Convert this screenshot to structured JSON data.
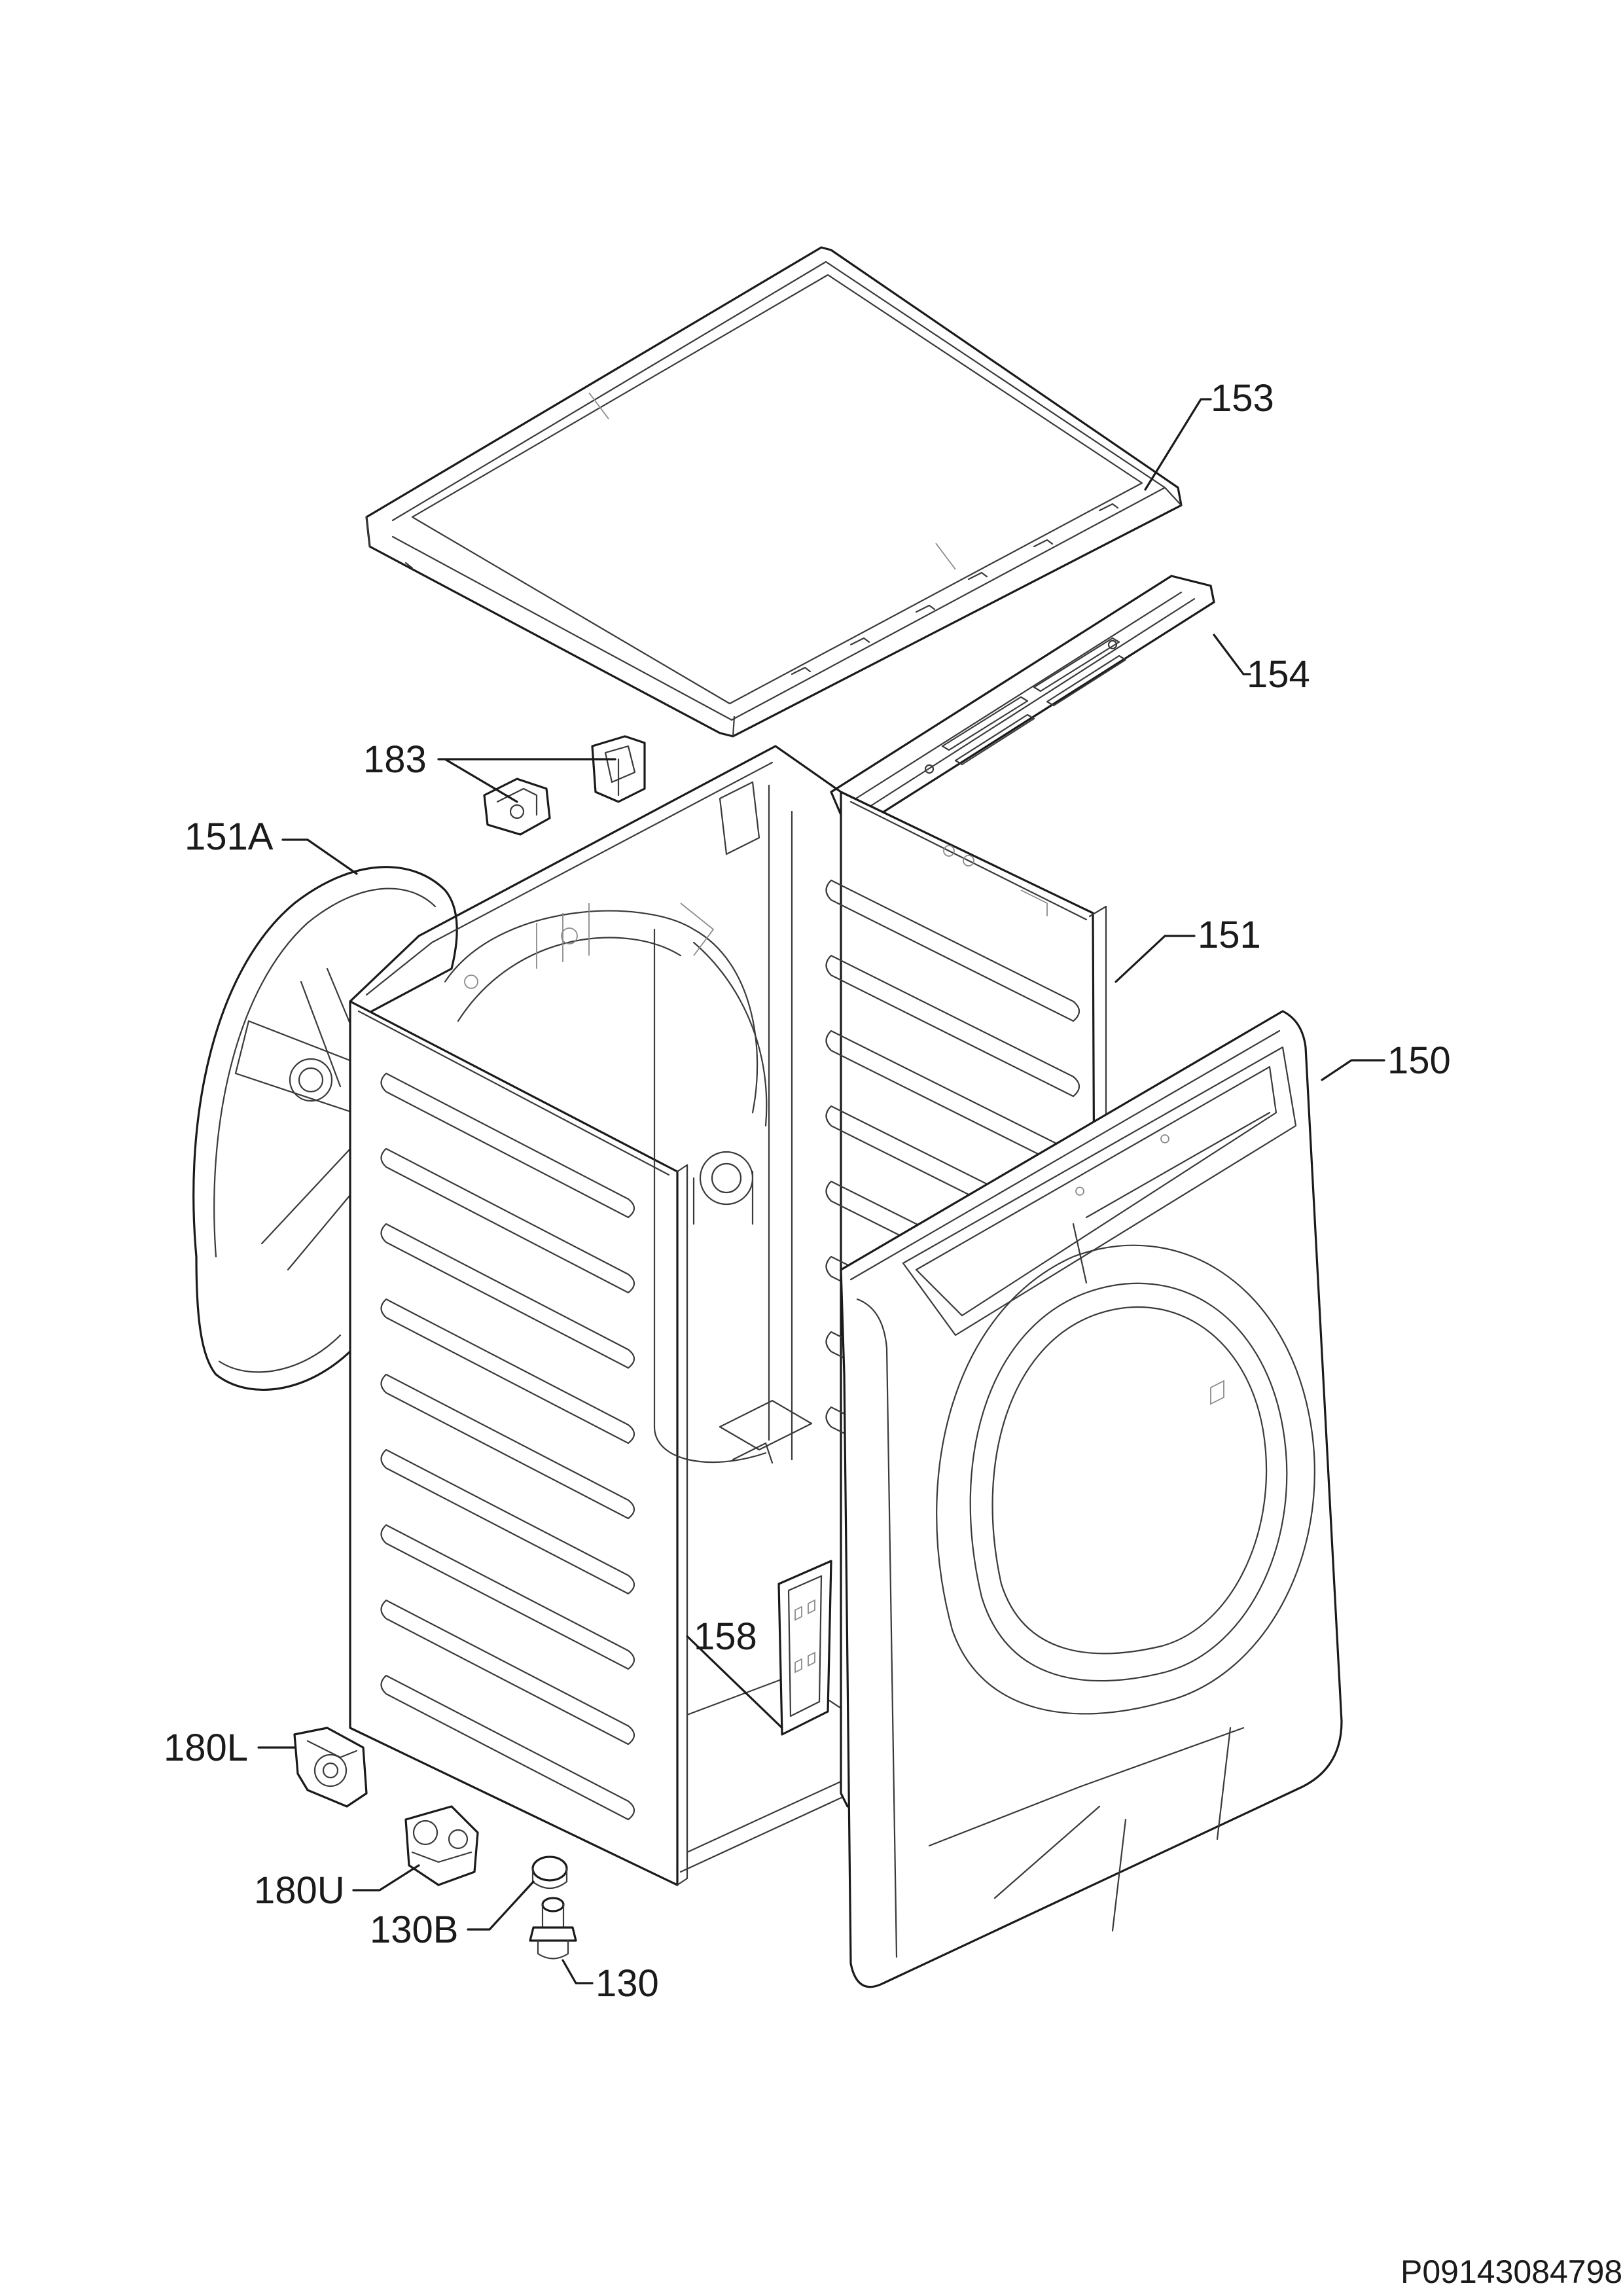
{
  "diagram": {
    "reference_code": "P09143084798",
    "callouts": [
      {
        "id": "153",
        "label": "153",
        "part": "top-cover"
      },
      {
        "id": "154",
        "label": "154",
        "part": "top-rail"
      },
      {
        "id": "183",
        "label": "183",
        "part": "clip-pair"
      },
      {
        "id": "151A",
        "label": "151A",
        "part": "rear-panel"
      },
      {
        "id": "151",
        "label": "151",
        "part": "cabinet-side"
      },
      {
        "id": "150",
        "label": "150",
        "part": "front-panel"
      },
      {
        "id": "158",
        "label": "158",
        "part": "base-bracket"
      },
      {
        "id": "180L",
        "label": "180L",
        "part": "hinge-lower"
      },
      {
        "id": "180U",
        "label": "180U",
        "part": "hinge-upper"
      },
      {
        "id": "130B",
        "label": "130B",
        "part": "foot-nut"
      },
      {
        "id": "130",
        "label": "130",
        "part": "adjustable-foot"
      }
    ]
  }
}
